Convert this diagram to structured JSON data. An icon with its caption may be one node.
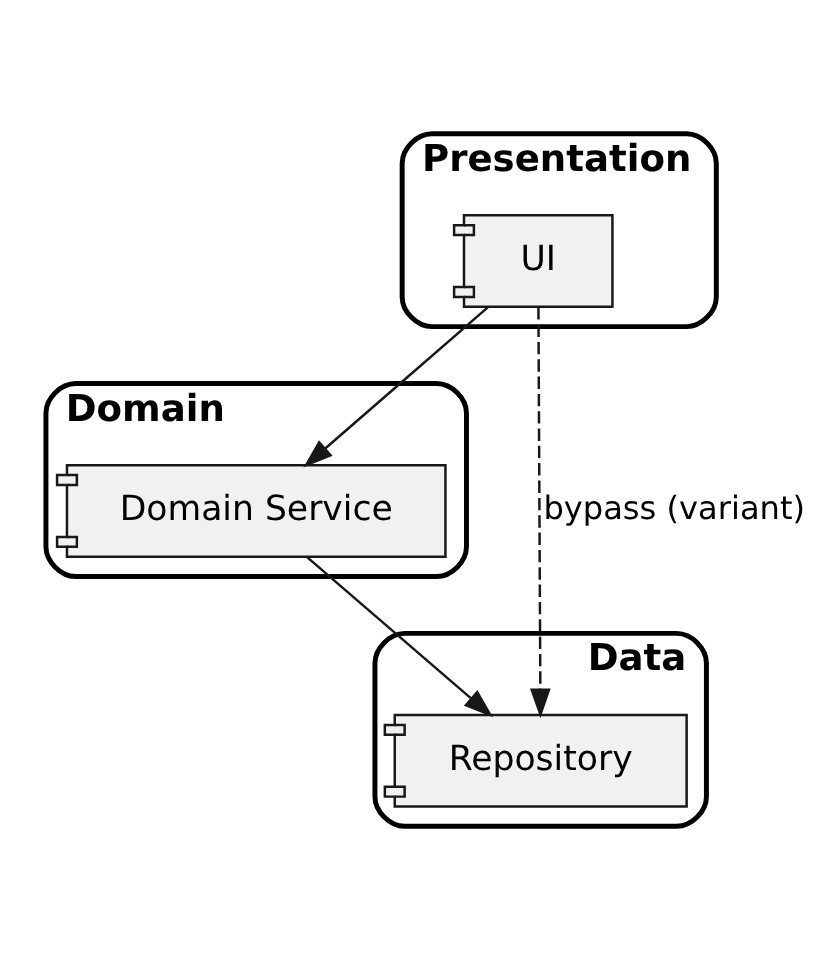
{
  "diagram": {
    "nodes": [
      {
        "text": [
          "Presentation"
        ]
      },
      {
        "text": [
          "UI"
        ],
        "in": 0
      },
      {
        "text": [
          "Domain"
        ]
      },
      {
        "text": [
          "Domain Service"
        ],
        "in": 2
      },
      {
        "text": [
          "Data"
        ]
      },
      {
        "text": [
          "Repository"
        ],
        "in": 4
      }
    ],
    "edges": [
      {
        "from": 1,
        "to": 3,
        "arrow": "to"
      },
      {
        "from": 3,
        "to": 5,
        "arrow": "to"
      },
      {
        "from": 1,
        "to": 5,
        "arrow": "to",
        "style": "dashed",
        "label": "bypass (variant)"
      }
    ]
  }
}
